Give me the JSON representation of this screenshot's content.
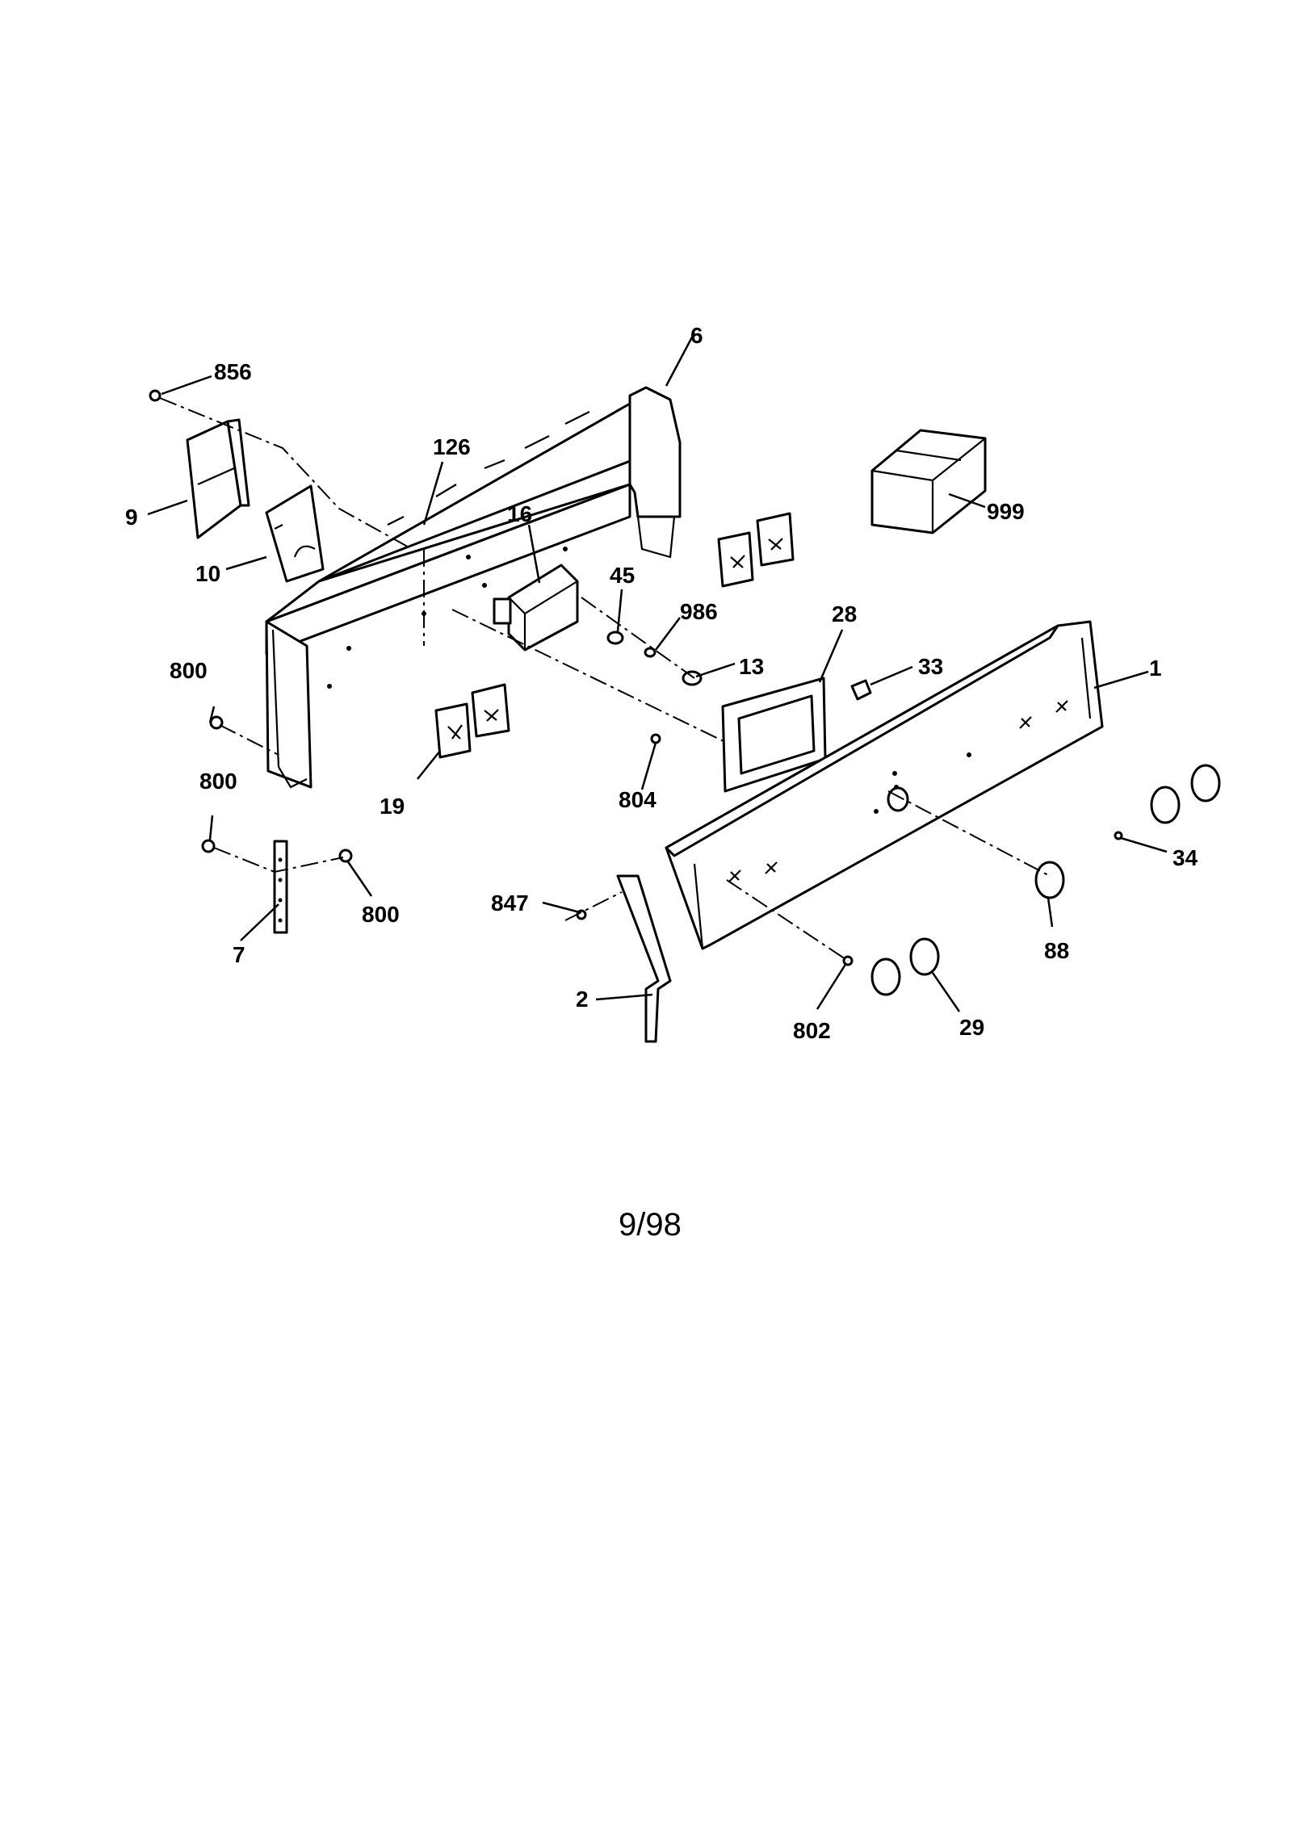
{
  "diagram": {
    "footer": "9/98",
    "callouts": {
      "c1": "1",
      "c2": "2",
      "c6": "6",
      "c7": "7",
      "c9": "9",
      "c10": "10",
      "c13": "13",
      "c16": "16",
      "c19": "19",
      "c28": "28",
      "c29": "29",
      "c33": "33",
      "c34": "34",
      "c45": "45",
      "c88": "88",
      "c126": "126",
      "c800a": "800",
      "c800b": "800",
      "c800c": "800",
      "c802": "802",
      "c804": "804",
      "c847": "847",
      "c856": "856",
      "c986": "986",
      "c999": "999"
    }
  }
}
